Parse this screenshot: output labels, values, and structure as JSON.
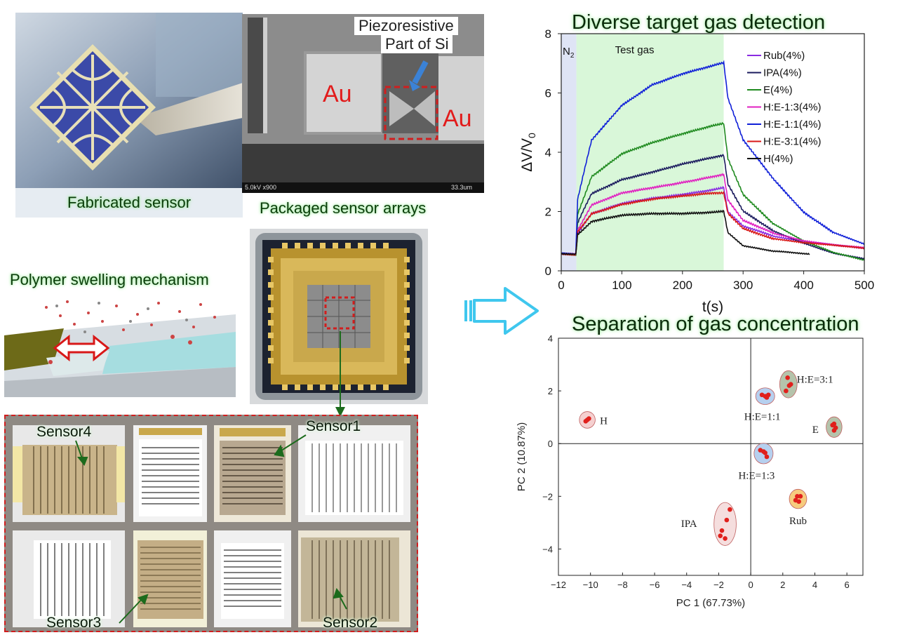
{
  "photos": {
    "fabricated_label": "Fabricated sensor",
    "packaged_label": "Packaged sensor arrays",
    "polymer_label": "Polymer swelling mechanism",
    "sem": {
      "piezo_label_1": "Piezoresistive",
      "piezo_label_2": "Part of Si",
      "au_left": "Au",
      "au_right": "Au",
      "scale_left": "5.0kV x900",
      "scale_right": "33.3um"
    }
  },
  "sensors": {
    "sensor1": "Sensor1",
    "sensor2": "Sensor2",
    "sensor3": "Sensor3",
    "sensor4": "Sensor4"
  },
  "colors": {
    "red_dash": "#d01e1e",
    "arrow": "#3fc7ee",
    "title_glow": "#9be89b"
  },
  "chart_data": [
    {
      "type": "line",
      "title": "Diverse target gas detection",
      "xlabel": "t(s)",
      "ylabel": "ΔV/V0",
      "xlim": [
        0,
        500
      ],
      "ylim": [
        0,
        8
      ],
      "xticks": [
        0,
        100,
        200,
        300,
        400,
        500
      ],
      "yticks": [
        0,
        2,
        4,
        6,
        8
      ],
      "regions": [
        {
          "label": "N2",
          "x": [
            0,
            25
          ]
        },
        {
          "label": "Test gas",
          "x": [
            25,
            268
          ]
        }
      ],
      "series": [
        {
          "name": "Rub(4%)",
          "color": "#8a2be2",
          "end": 500,
          "points": [
            [
              0,
              0.58
            ],
            [
              24,
              0.55
            ],
            [
              27,
              1.3
            ],
            [
              50,
              1.9
            ],
            [
              100,
              2.25
            ],
            [
              150,
              2.45
            ],
            [
              200,
              2.6
            ],
            [
              250,
              2.75
            ],
            [
              268,
              2.8
            ],
            [
              275,
              2.0
            ],
            [
              300,
              1.5
            ],
            [
              350,
              1.15
            ],
            [
              400,
              0.98
            ],
            [
              450,
              0.88
            ],
            [
              500,
              0.78
            ]
          ]
        },
        {
          "name": "IPA(4%)",
          "color": "#1b1b5e",
          "end": 500,
          "points": [
            [
              0,
              0.58
            ],
            [
              24,
              0.55
            ],
            [
              27,
              1.6
            ],
            [
              50,
              2.6
            ],
            [
              100,
              3.1
            ],
            [
              150,
              3.35
            ],
            [
              200,
              3.6
            ],
            [
              250,
              3.8
            ],
            [
              268,
              3.88
            ],
            [
              275,
              2.9
            ],
            [
              300,
              2.0
            ],
            [
              350,
              1.35
            ],
            [
              400,
              0.95
            ],
            [
              450,
              0.6
            ],
            [
              500,
              0.4
            ]
          ]
        },
        {
          "name": "E(4%)",
          "color": "#1f8a1f",
          "end": 500,
          "points": [
            [
              0,
              0.58
            ],
            [
              24,
              0.55
            ],
            [
              27,
              1.9
            ],
            [
              50,
              3.2
            ],
            [
              100,
              3.95
            ],
            [
              150,
              4.3
            ],
            [
              200,
              4.6
            ],
            [
              250,
              4.9
            ],
            [
              268,
              5.0
            ],
            [
              275,
              3.8
            ],
            [
              300,
              2.6
            ],
            [
              350,
              1.6
            ],
            [
              400,
              1.0
            ],
            [
              450,
              0.6
            ],
            [
              500,
              0.35
            ]
          ]
        },
        {
          "name": "H:E-1:3(4%)",
          "color": "#e020c0",
          "end": 500,
          "points": [
            [
              0,
              0.58
            ],
            [
              24,
              0.55
            ],
            [
              27,
              1.4
            ],
            [
              50,
              2.2
            ],
            [
              100,
              2.6
            ],
            [
              150,
              2.8
            ],
            [
              200,
              3.0
            ],
            [
              250,
              3.2
            ],
            [
              268,
              3.25
            ],
            [
              275,
              2.4
            ],
            [
              300,
              1.7
            ],
            [
              350,
              1.25
            ],
            [
              400,
              1.0
            ],
            [
              450,
              0.88
            ],
            [
              500,
              0.8
            ]
          ]
        },
        {
          "name": "H:E-1:1(4%)",
          "color": "#1020d8",
          "end": 500,
          "points": [
            [
              0,
              0.58
            ],
            [
              24,
              0.55
            ],
            [
              27,
              2.4
            ],
            [
              50,
              4.4
            ],
            [
              100,
              5.6
            ],
            [
              150,
              6.3
            ],
            [
              200,
              6.65
            ],
            [
              250,
              6.9
            ],
            [
              268,
              7.0
            ],
            [
              275,
              5.8
            ],
            [
              300,
              4.4
            ],
            [
              350,
              3.1
            ],
            [
              400,
              2.0
            ],
            [
              450,
              1.3
            ],
            [
              500,
              0.9
            ]
          ]
        },
        {
          "name": "H:E-3:1(4%)",
          "color": "#d81818",
          "end": 500,
          "points": [
            [
              0,
              0.58
            ],
            [
              24,
              0.55
            ],
            [
              27,
              1.3
            ],
            [
              50,
              1.95
            ],
            [
              100,
              2.25
            ],
            [
              150,
              2.4
            ],
            [
              200,
              2.5
            ],
            [
              250,
              2.62
            ],
            [
              268,
              2.65
            ],
            [
              275,
              1.95
            ],
            [
              300,
              1.45
            ],
            [
              350,
              1.1
            ],
            [
              400,
              0.95
            ],
            [
              450,
              0.85
            ],
            [
              500,
              0.75
            ]
          ]
        },
        {
          "name": "H(4%)",
          "color": "#111111",
          "end": 410,
          "points": [
            [
              0,
              0.58
            ],
            [
              24,
              0.55
            ],
            [
              27,
              1.25
            ],
            [
              50,
              1.65
            ],
            [
              100,
              1.85
            ],
            [
              150,
              1.92
            ],
            [
              200,
              1.95
            ],
            [
              250,
              2.0
            ],
            [
              268,
              2.02
            ],
            [
              275,
              1.3
            ],
            [
              300,
              0.85
            ],
            [
              350,
              0.65
            ],
            [
              410,
              0.58
            ]
          ]
        }
      ]
    },
    {
      "type": "scatter",
      "title": "Separation of gas concentration",
      "xlabel": "PC 1 (67.73%)",
      "ylabel": "PC 2 (10.87%)",
      "xlim": [
        -12,
        7
      ],
      "ylim": [
        -5,
        4
      ],
      "xticks": [
        -12,
        -10,
        -8,
        -6,
        -4,
        -2,
        0,
        2,
        4,
        6
      ],
      "yticks": [
        -4,
        -2,
        0,
        2,
        4
      ],
      "groups": [
        {
          "name": "H",
          "fill": "#f3c8c8",
          "points": [
            [
              -10.3,
              0.85
            ],
            [
              -10.1,
              0.95
            ],
            [
              -10.2,
              0.9
            ]
          ]
        },
        {
          "name": "H:E=1:1",
          "fill": "#a9c8ec",
          "points": [
            [
              0.7,
              1.85
            ],
            [
              0.9,
              1.8
            ],
            [
              1.1,
              1.85
            ],
            [
              1.0,
              1.75
            ]
          ]
        },
        {
          "name": "H:E=3:1",
          "fill": "#a8b89c",
          "points": [
            [
              2.3,
              2.5
            ],
            [
              2.4,
              2.2
            ],
            [
              2.2,
              2.0
            ],
            [
              2.5,
              2.25
            ]
          ]
        },
        {
          "name": "E",
          "fill": "#a8b89c",
          "points": [
            [
              5.1,
              0.7
            ],
            [
              5.2,
              0.5
            ],
            [
              5.3,
              0.6
            ],
            [
              5.2,
              0.75
            ]
          ]
        },
        {
          "name": "H:E=1:3",
          "fill": "#a9c8ec",
          "points": [
            [
              0.6,
              -0.25
            ],
            [
              0.8,
              -0.3
            ],
            [
              1.0,
              -0.5
            ],
            [
              0.9,
              -0.35
            ]
          ]
        },
        {
          "name": "Rub",
          "fill": "#f5c267",
          "points": [
            [
              2.9,
              -2.0
            ],
            [
              3.1,
              -2.0
            ],
            [
              3.0,
              -2.2
            ],
            [
              2.8,
              -2.15
            ]
          ]
        },
        {
          "name": "IPA",
          "fill": "#f3d8d8",
          "points": [
            [
              -1.3,
              -2.5
            ],
            [
              -1.5,
              -2.9
            ],
            [
              -1.8,
              -3.3
            ],
            [
              -1.6,
              -3.6
            ],
            [
              -1.9,
              -3.5
            ]
          ]
        }
      ]
    }
  ]
}
